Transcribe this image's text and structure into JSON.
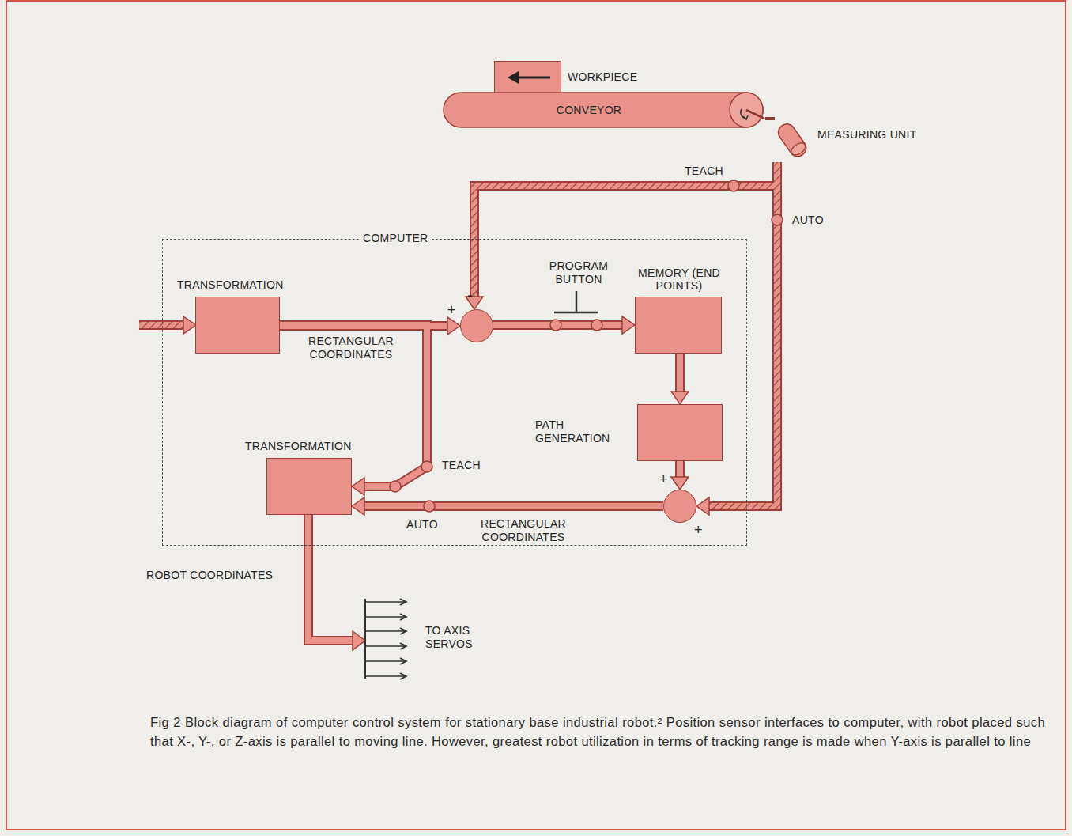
{
  "diagram": {
    "caption": "Fig 2 Block diagram of computer control system for stationary base industrial robot.² Position sensor interfaces to computer, with robot placed such that X-, Y-, or Z-axis is parallel to moving line. However, greatest robot utilization in terms of tracking range is made when Y-axis is parallel to line",
    "nodes": [
      {
        "text": [
          "WORKPIECE"
        ]
      },
      {
        "text": [
          "CONVEYOR"
        ]
      },
      {
        "text": [
          "MEASURING UNIT"
        ]
      },
      {
        "text": [
          "COMPUTER"
        ]
      },
      {
        "text": [
          "TRANSFORMATION"
        ],
        "in": 3
      },
      {
        "text": [
          "+",
          "-"
        ],
        "in": 3
      },
      {
        "text": [
          "MEMORY (END POINTS)"
        ],
        "in": 3
      },
      {
        "text": [
          "PATH GENERATION"
        ],
        "in": 3
      },
      {
        "text": [
          "+",
          "+"
        ],
        "in": 3
      },
      {
        "text": [
          "TRANSFORMATION"
        ],
        "in": 3
      }
    ],
    "edges": [
      {
        "from": 1,
        "to": 2,
        "arrow": "none"
      },
      {
        "from": 2,
        "to": 5,
        "arrow": "to",
        "label": "TEACH"
      },
      {
        "from": 2,
        "to": 8,
        "arrow": "to",
        "label": "AUTO"
      },
      {
        "from": 4,
        "to": 5,
        "arrow": "to",
        "label": "RECTANGULAR COORDINATES"
      },
      {
        "from": 4,
        "to": 9,
        "arrow": "to",
        "label": "TEACH"
      },
      {
        "from": 5,
        "to": 6,
        "arrow": "to",
        "label": "PROGRAM BUTTON"
      },
      {
        "from": 6,
        "to": 7,
        "arrow": "to"
      },
      {
        "from": 7,
        "to": 8,
        "arrow": "to"
      },
      {
        "from": 8,
        "to": 9,
        "arrow": "to",
        "label": "RECTANGULAR COORDINATES"
      }
    ],
    "labels": [
      "ROBOT COORDINATES",
      "TO AXIS SERVOS",
      "AUTO"
    ]
  }
}
